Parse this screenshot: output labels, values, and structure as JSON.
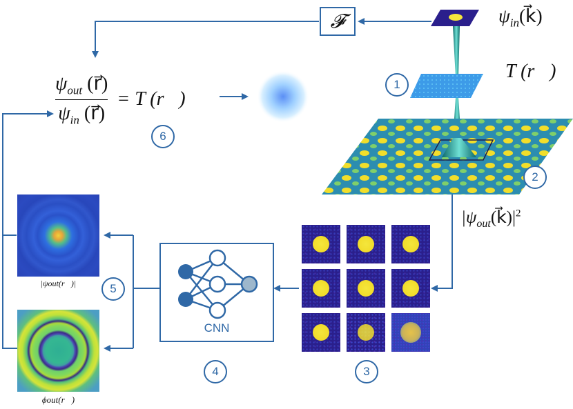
{
  "fourier_symbol": "𝓕",
  "psi_in_k": "ψ",
  "psi_in_k_sub": "in",
  "psi_in_k_arg": "(k⃗)",
  "T_r": "T (r⃗)",
  "psi_out_k_sq": "|ψ",
  "psi_out_k_sub": "out",
  "psi_out_k_rest": "(k⃗)|",
  "psi_out_k_exp": "2",
  "equation": {
    "num": "ψ",
    "num_sub": "out",
    "num_arg": " (r⃗)",
    "den": "ψ",
    "den_sub": "in",
    "den_arg": " (r⃗)",
    "rhs": "= T (r⃗)"
  },
  "cnn_label": "CNN",
  "amp_caption": "|ψout(r⃗)|",
  "phase_caption": "ϕout(r⃗)",
  "steps": [
    "1",
    "2",
    "3",
    "4",
    "5",
    "6"
  ],
  "colors": {
    "arrow": "#2f68a6",
    "box": "#2f68a6",
    "viridis_dark": "#2a1f8c",
    "viridis_yellow": "#f4e63c",
    "teal": "#22b3a3"
  }
}
